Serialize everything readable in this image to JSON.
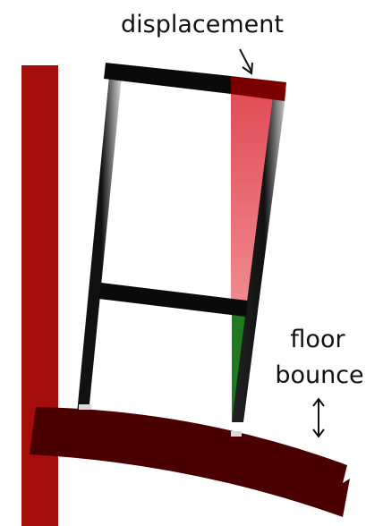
{
  "labels": {
    "displacement": "displacement",
    "floor_line1": "floor",
    "floor_line2": "bounce"
  },
  "colors": {
    "wall": "#a50c0c",
    "floor": "#4a0000",
    "frame": "#0a0a0a",
    "displacement_fill": "#e85f66",
    "displacement_beam": "#7a0000",
    "ground_story": "#1f7a1f",
    "text": "#111111"
  }
}
